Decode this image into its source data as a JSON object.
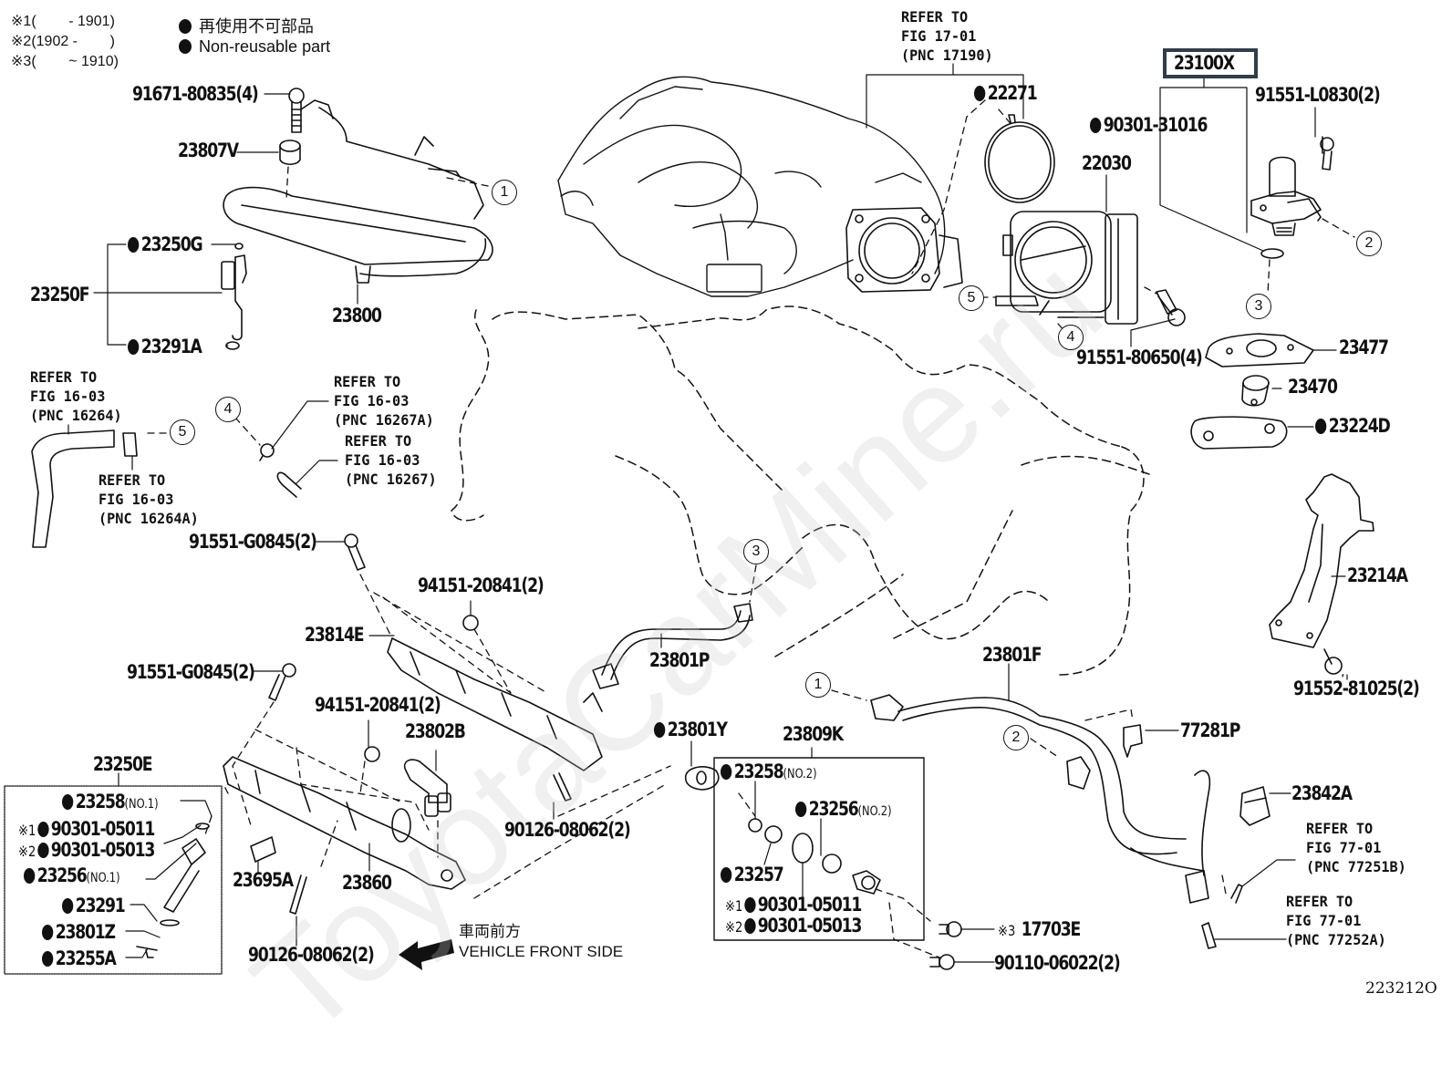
{
  "legend": {
    "variants": [
      {
        "mark": "※1",
        "range": "(        - 1901)"
      },
      {
        "mark": "※2",
        "range": "(1902 -        )"
      },
      {
        "mark": "※3",
        "range": "(        ~ 1910)"
      }
    ],
    "non_reusable_jp": "再使用不可部品",
    "non_reusable_en": "Non-reusable part"
  },
  "references": {
    "fig_17_01_pnc_17190": "REFER TO\nFIG 17-01\n(PNC 17190)",
    "fig_16_03_pnc_16264": "REFER TO\nFIG 16-03\n(PNC 16264)",
    "fig_16_03_pnc_16264a": "REFER TO\nFIG 16-03\n(PNC 16264A)",
    "fig_16_03_pnc_16267a": "REFER TO\nFIG 16-03\n(PNC 16267A)",
    "fig_16_03_pnc_16267": "REFER TO\nFIG 16-03\n(PNC 16267)",
    "fig_77_01_pnc_77251b": "REFER TO\nFIG 77-01\n(PNC 77251B)",
    "fig_77_01_pnc_77252a": "REFER TO\nFIG 77-01\n(PNC 77252A)"
  },
  "parts": {
    "p91671_80835": "91671-80835(4)",
    "p23807v": "23807V",
    "p23250g": "23250G",
    "p23250f": "23250F",
    "p23291a": "23291A",
    "p23800": "23800",
    "p22271": "22271",
    "p90301_31016": "90301-31016",
    "p22030": "22030",
    "p23100x": "23100X",
    "p91551_l0830": "91551-L0830(2)",
    "p91551_80650": "91551-80650(4)",
    "p23477": "23477",
    "p23470": "23470",
    "p23224d": "23224D",
    "p23214a": "23214A",
    "p91552_81025": "91552-81025(2)",
    "p91551_g0845_a": "91551-G0845(2)",
    "p91551_g0845_b": "91551-G0845(2)",
    "p94151_20841_a": "94151-20841(2)",
    "p94151_20841_b": "94151-20841(2)",
    "p23814e": "23814E",
    "p23801p": "23801P",
    "p23801f": "23801F",
    "p23802b": "23802B",
    "p23801y": "23801Y",
    "p23809k": "23809K",
    "p77281p": "77281P",
    "p23842a": "23842A",
    "p23250e": "23250E",
    "p23695a": "23695A",
    "p23860": "23860",
    "p90126_08062_a": "90126-08062(2)",
    "p90126_08062_b": "90126-08062(2)",
    "p17703e": "17703E",
    "p90110_06022": "90110-06022(2)"
  },
  "kit_23250e": {
    "items": [
      {
        "mark": "",
        "part": "23258",
        "note": "(NO.1)"
      },
      {
        "mark": "※1",
        "part": "90301-05011",
        "note": ""
      },
      {
        "mark": "※2",
        "part": "90301-05013",
        "note": ""
      },
      {
        "mark": "",
        "part": "23256",
        "note": "(NO.1)"
      },
      {
        "mark": "",
        "part": "23291",
        "note": ""
      },
      {
        "mark": "",
        "part": "23801Z",
        "note": ""
      },
      {
        "mark": "",
        "part": "23255A",
        "note": ""
      }
    ]
  },
  "kit_23809k": {
    "items": [
      {
        "mark": "",
        "part": "23258",
        "note": "(NO.2)"
      },
      {
        "mark": "",
        "part": "23256",
        "note": "(NO.2)"
      },
      {
        "mark": "",
        "part": "23257",
        "note": ""
      },
      {
        "mark": "※1",
        "part": "90301-05011",
        "note": ""
      },
      {
        "mark": "※2",
        "part": "90301-05013",
        "note": ""
      }
    ]
  },
  "marks": {
    "m17703e": "※3"
  },
  "callouts": {
    "c1": "1",
    "c2": "2",
    "c3": "3",
    "c4": "4",
    "c5": "5"
  },
  "direction": {
    "jp": "車両前方",
    "en": "VEHICLE FRONT SIDE"
  },
  "figure_code": "223212O",
  "watermark": "ToyotaCarMine.ru"
}
